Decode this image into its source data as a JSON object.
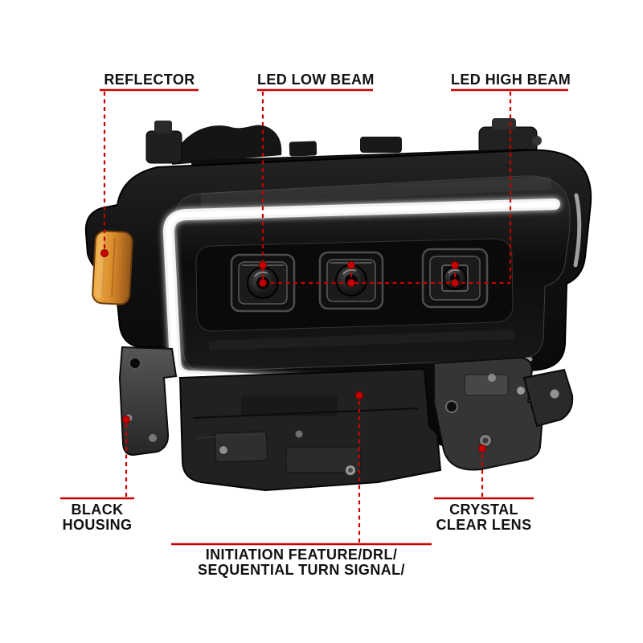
{
  "colors": {
    "annotation_red": "#c90000",
    "housing_black": "#0d0d0d",
    "drl_white": "#ffffff",
    "reflector_amber": "#d98a2b",
    "background": "#ffffff"
  },
  "callouts": {
    "reflector": {
      "label": "REFLECTOR"
    },
    "led_low_beam": {
      "label": "LED LOW BEAM"
    },
    "led_high_beam": {
      "label": "LED HIGH BEAM"
    },
    "black_housing": {
      "line1": "BLACK",
      "line2": "HOUSING"
    },
    "crystal_clear_lens": {
      "line1": "CRYSTAL",
      "line2": "CLEAR LENS"
    },
    "initiation_feature": {
      "line1": "INITIATION FEATURE/DRL/",
      "line2": "SEQUENTIAL TURN SIGNAL/"
    }
  }
}
